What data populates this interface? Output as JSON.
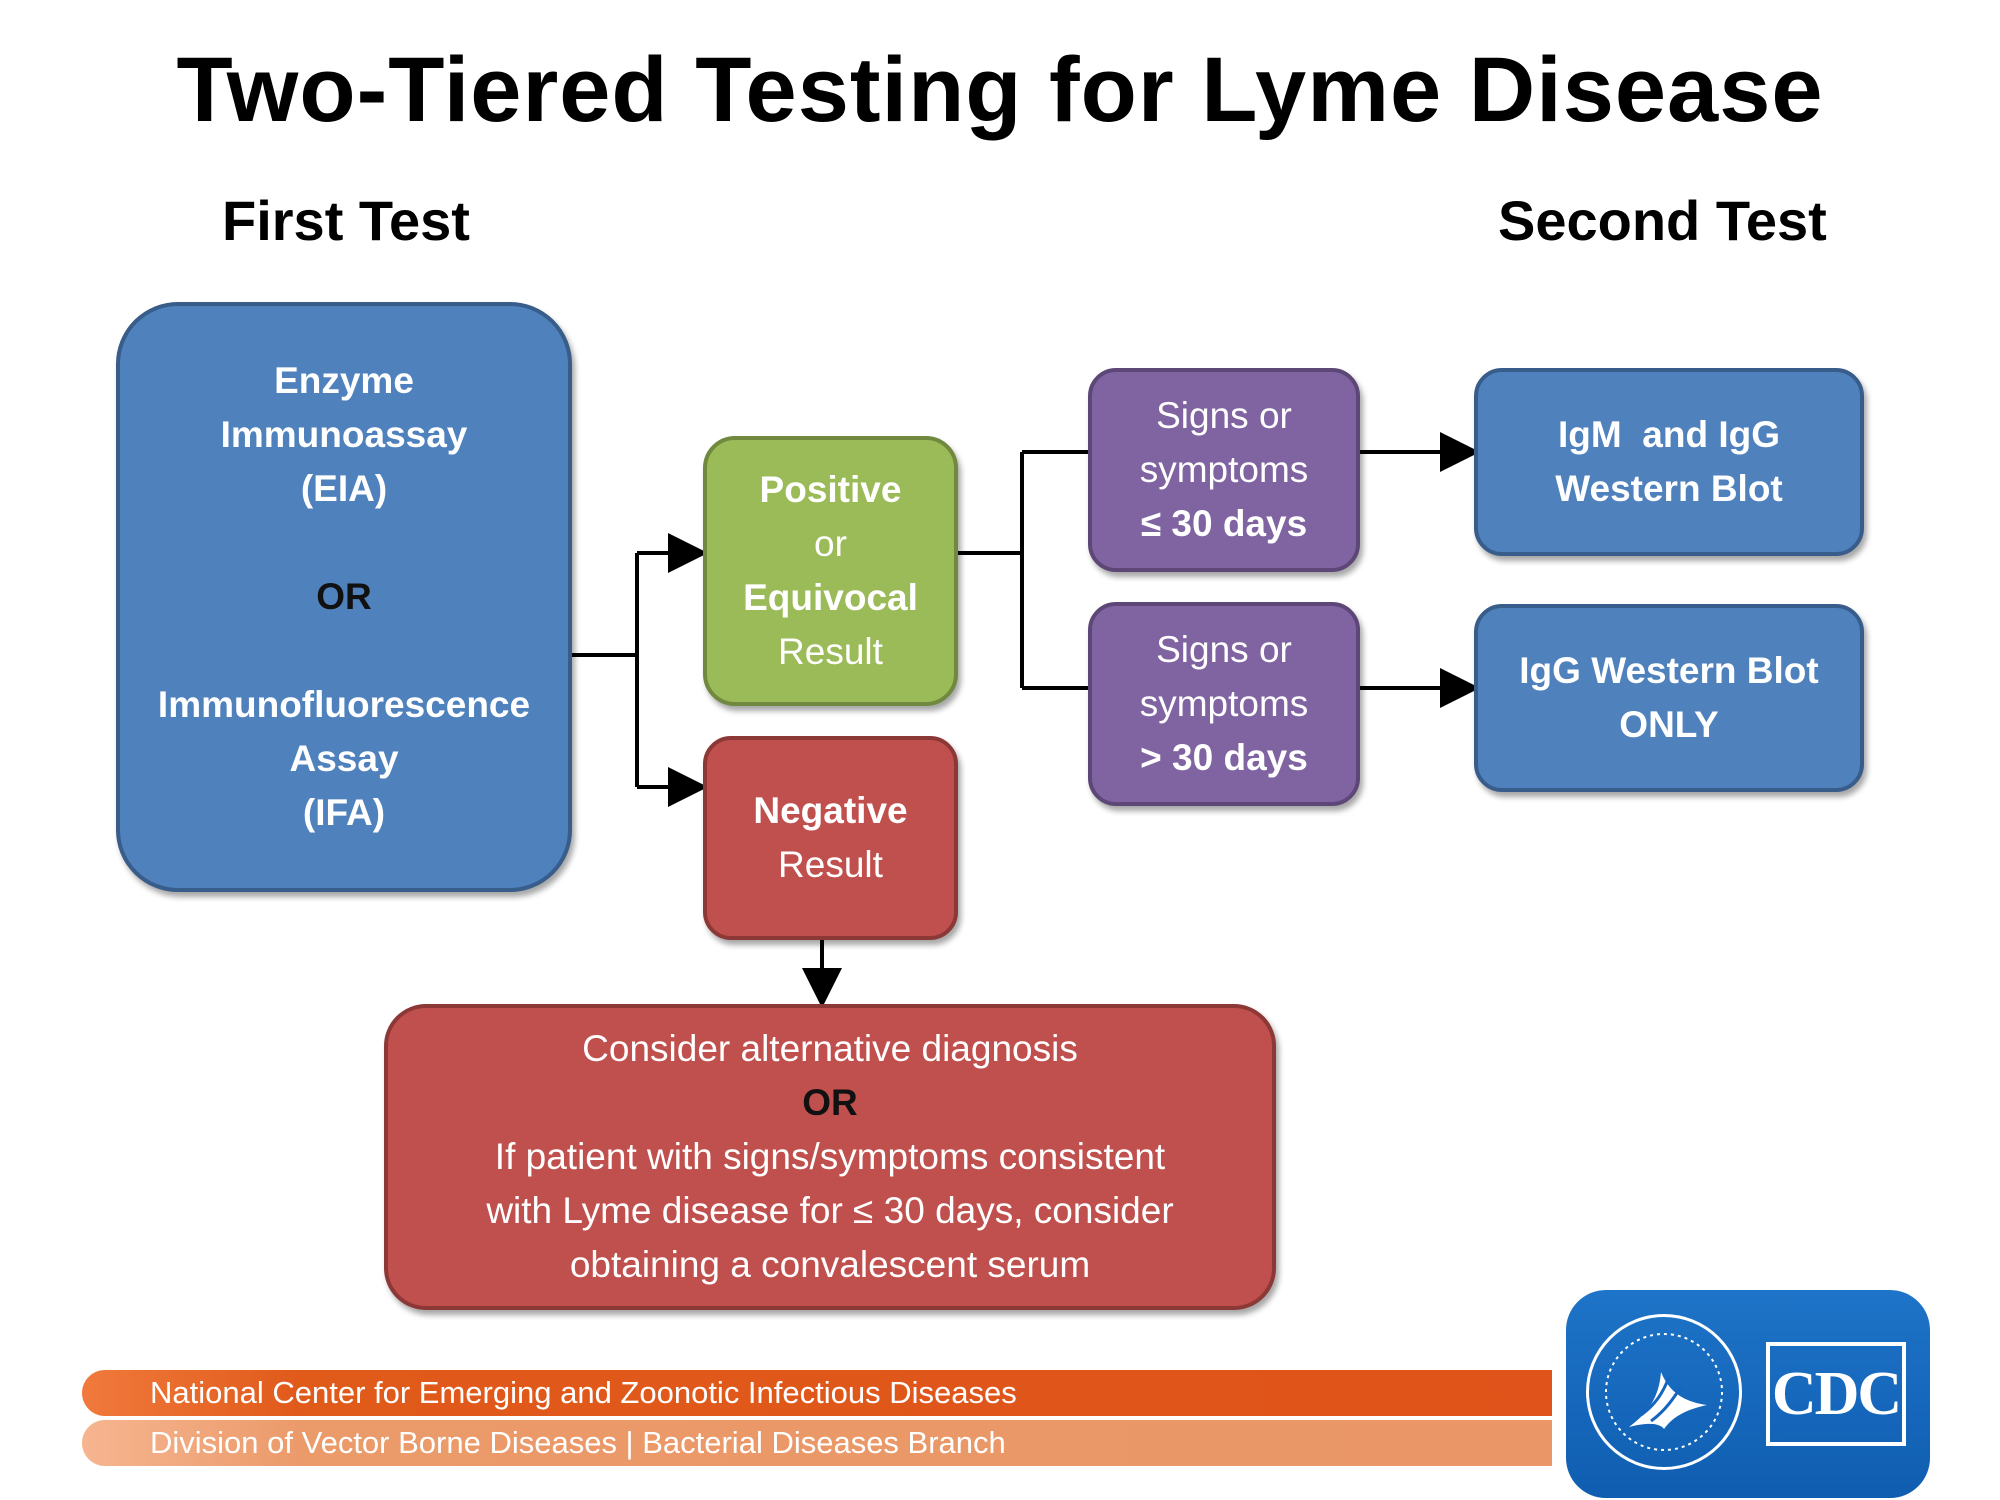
{
  "title": "Two-Tiered Testing for Lyme Disease",
  "headers": {
    "first": "First Test",
    "second": "Second Test"
  },
  "first_test": {
    "line1": "Enzyme",
    "line2": "Immunoassay",
    "line3": "(EIA)",
    "or": "OR",
    "line4": "Immunofluorescence",
    "line5": "Assay",
    "line6": "(IFA)"
  },
  "positive": {
    "line1": "Positive",
    "line2": "or",
    "line3": "Equivocal",
    "line4": "Result"
  },
  "negative": {
    "line1": "Negative",
    "line2": "Result"
  },
  "short_symptoms": {
    "line1": "Signs or",
    "line2": "symptoms",
    "line3": "≤ 30 days"
  },
  "long_symptoms": {
    "line1": "Signs or",
    "line2": "symptoms",
    "line3": "> 30 days"
  },
  "igm_igg": {
    "line1": "IgM  and IgG",
    "line2": "Western Blot"
  },
  "igg_only": {
    "line1": "IgG Western Blot",
    "line2": "ONLY"
  },
  "alternative": {
    "line1": "Consider alternative diagnosis",
    "or": "OR",
    "line2": "If patient with signs/symptoms consistent",
    "line3": "with Lyme disease for ≤ 30 days, consider",
    "line4": "obtaining a convalescent serum"
  },
  "footer": {
    "center": "National Center for Emerging and Zoonotic Infectious Diseases",
    "division": "Division of Vector Borne Diseases | Bacterial Diseases Branch"
  },
  "logo": {
    "text": "CDC"
  },
  "colors": {
    "blue": "#4f81bd",
    "green": "#9bbb59",
    "red": "#c0504d",
    "purple": "#8064a2",
    "orange": "#e0531a"
  }
}
